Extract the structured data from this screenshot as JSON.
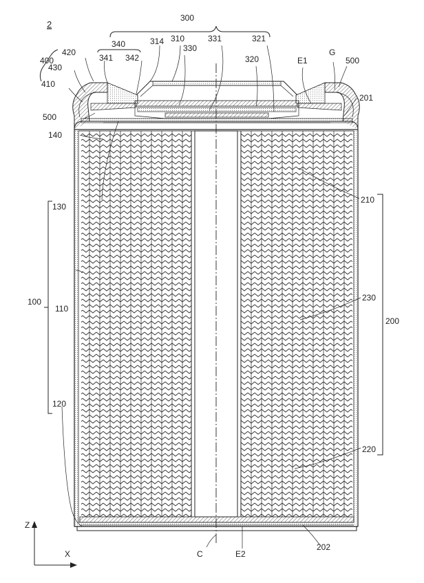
{
  "figure": {
    "number": "2",
    "labels": {
      "l300": "300",
      "l340": "340",
      "l314": "314",
      "l310": "310",
      "l331": "331",
      "l321": "321",
      "l330": "330",
      "l320": "320",
      "l341": "341",
      "l342": "342",
      "l400": "400",
      "l420": "420",
      "l430": "430",
      "l410": "410",
      "l500a": "500",
      "l500b": "500",
      "lE1": "E1",
      "lG": "G",
      "l201": "201",
      "l140": "140",
      "l130": "130",
      "l210": "210",
      "l110": "110",
      "l100": "100",
      "l230": "230",
      "l200": "200",
      "l120": "120",
      "l220": "220",
      "lC": "C",
      "lE2": "E2",
      "l202": "202"
    },
    "axes": {
      "z": "Z",
      "x": "X"
    }
  },
  "colors": {
    "ink": "#222222",
    "background": "#ffffff"
  }
}
